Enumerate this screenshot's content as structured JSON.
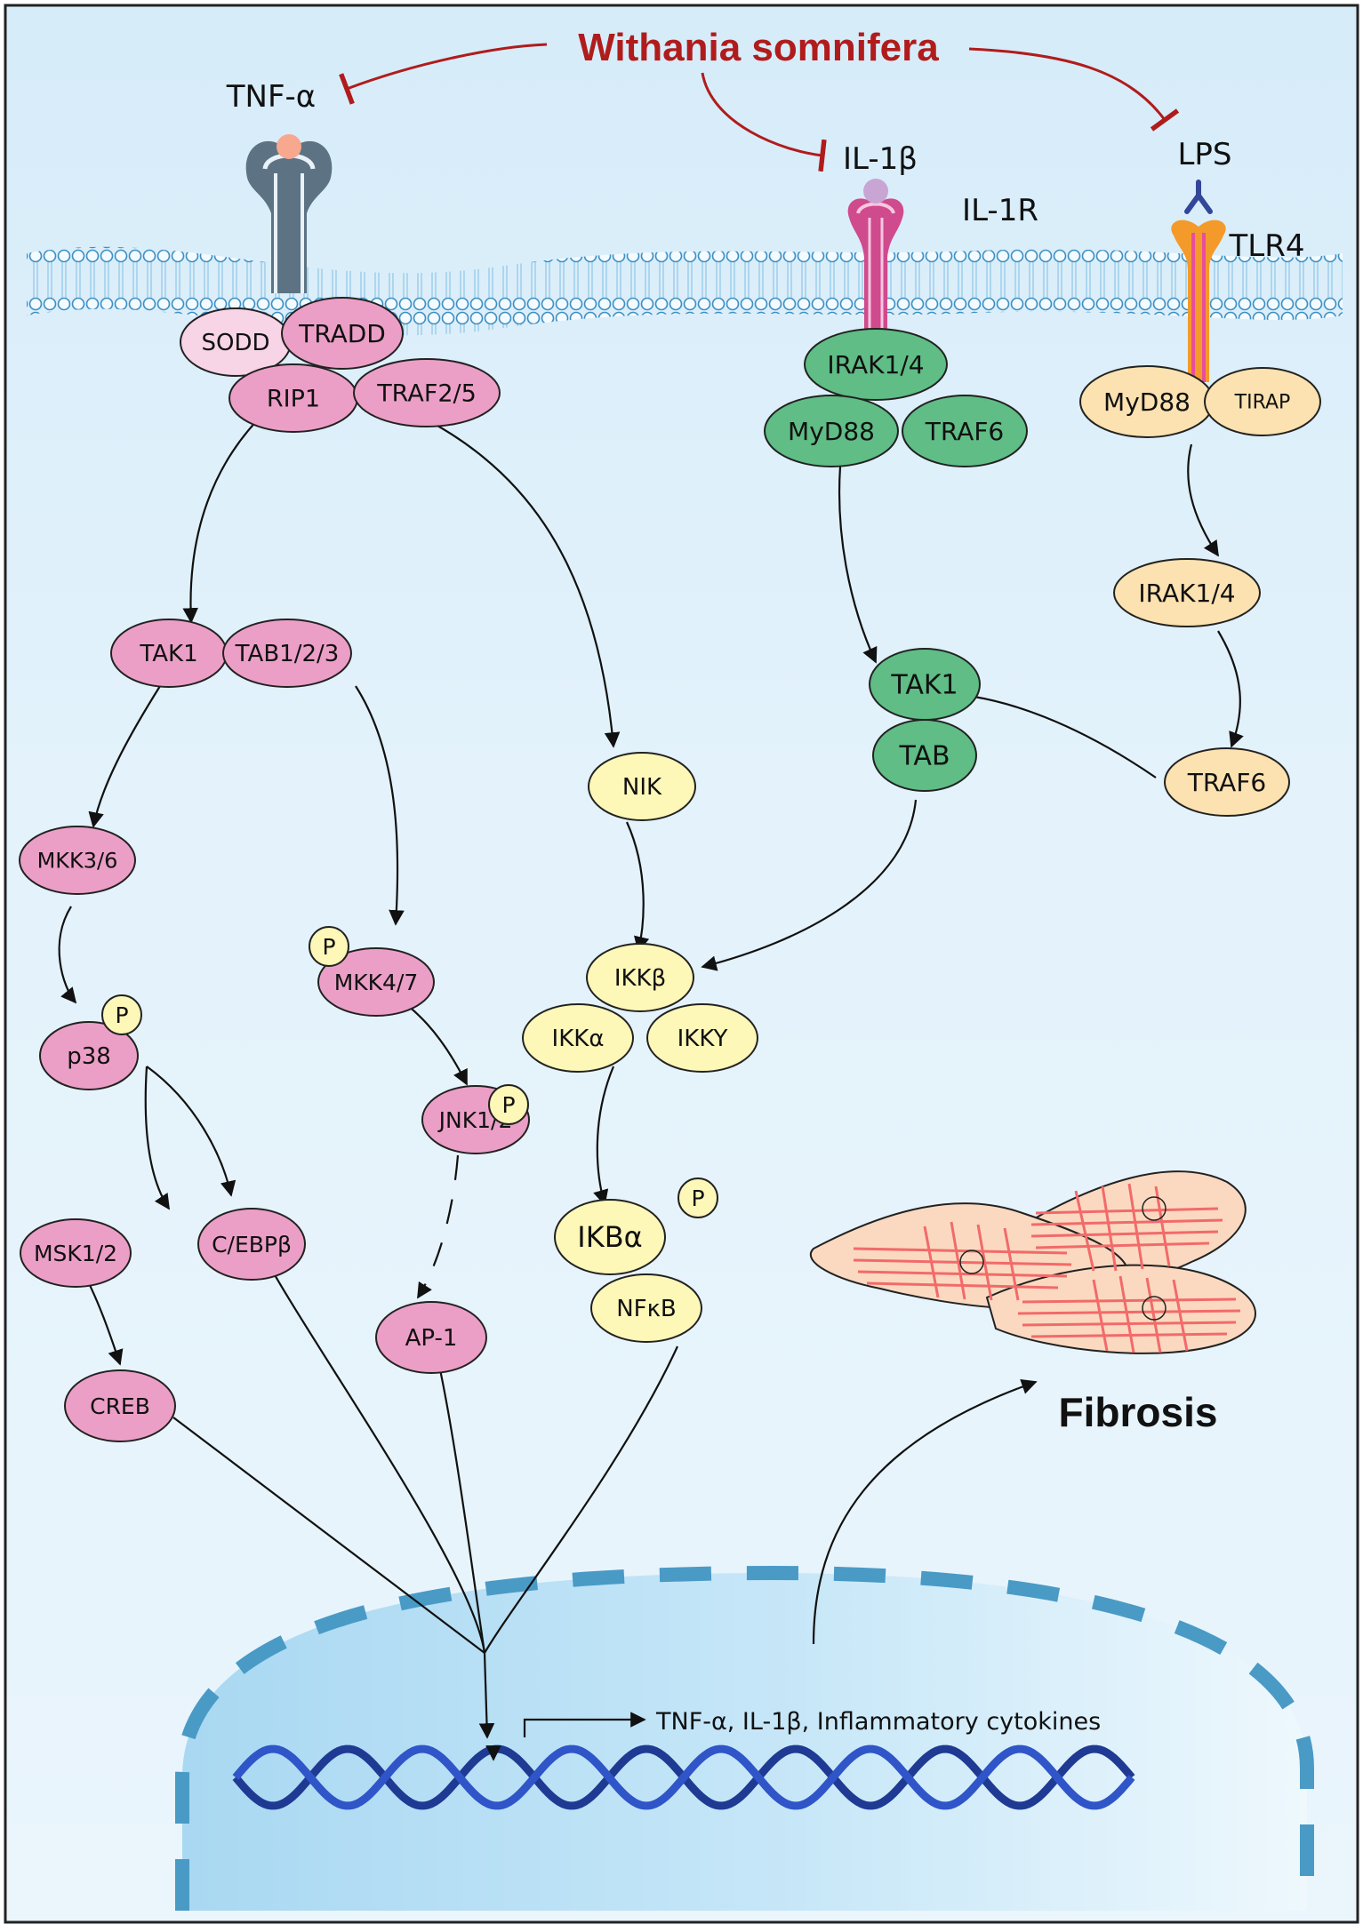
{
  "title": "Withania somnifera",
  "ligands": {
    "tnf": "TNF-α",
    "il1b": "IL-1β",
    "lps": "LPS"
  },
  "receptors": {
    "il1r": "IL-1R",
    "tlr4": "TLR4"
  },
  "nodes": {
    "sodd": "SODD",
    "tradd": "TRADD",
    "rip1": "RIP1",
    "traf25": "TRAF2/5",
    "irak14_a": "IRAK1/4",
    "myd88_a": "MyD88",
    "traf6_a": "TRAF6",
    "myd88_b": "MyD88",
    "tirap": "TIRAP",
    "irak14_b": "IRAK1/4",
    "traf6_b": "TRAF6",
    "tak1_a": "TAK1",
    "tab123": "TAB1/2/3",
    "tak1_b": "TAK1",
    "tab": "TAB",
    "nik": "NIK",
    "mkk36": "MKK3/6",
    "mkk47": "MKK4/7",
    "p38": "p38",
    "jnk12": "JNK1/2",
    "ikkb": "IKKβ",
    "ikka": "IKKα",
    "ikky": "IKKY",
    "msk12": "MSK1/2",
    "cebpb": "C/EBPβ",
    "ap1": "AP-1",
    "ikba": "IKBα",
    "nfkb": "NFκB",
    "creb": "CREB",
    "p1": "P",
    "p2": "P",
    "p3": "P",
    "p4": "P"
  },
  "output": "TNF-α, IL-1β, Inflammatory cytokines",
  "fibrosis": "Fibrosis",
  "colors": {
    "pink": "#ec9fc6",
    "pink_light": "#f7d4e6",
    "green": "#5fbd85",
    "yellow": "#fdf7b8",
    "peach": "#fce2b0",
    "inhibit": "#b01c1c",
    "background": "#dff0fa",
    "nucleus": "#b4dcf3"
  }
}
